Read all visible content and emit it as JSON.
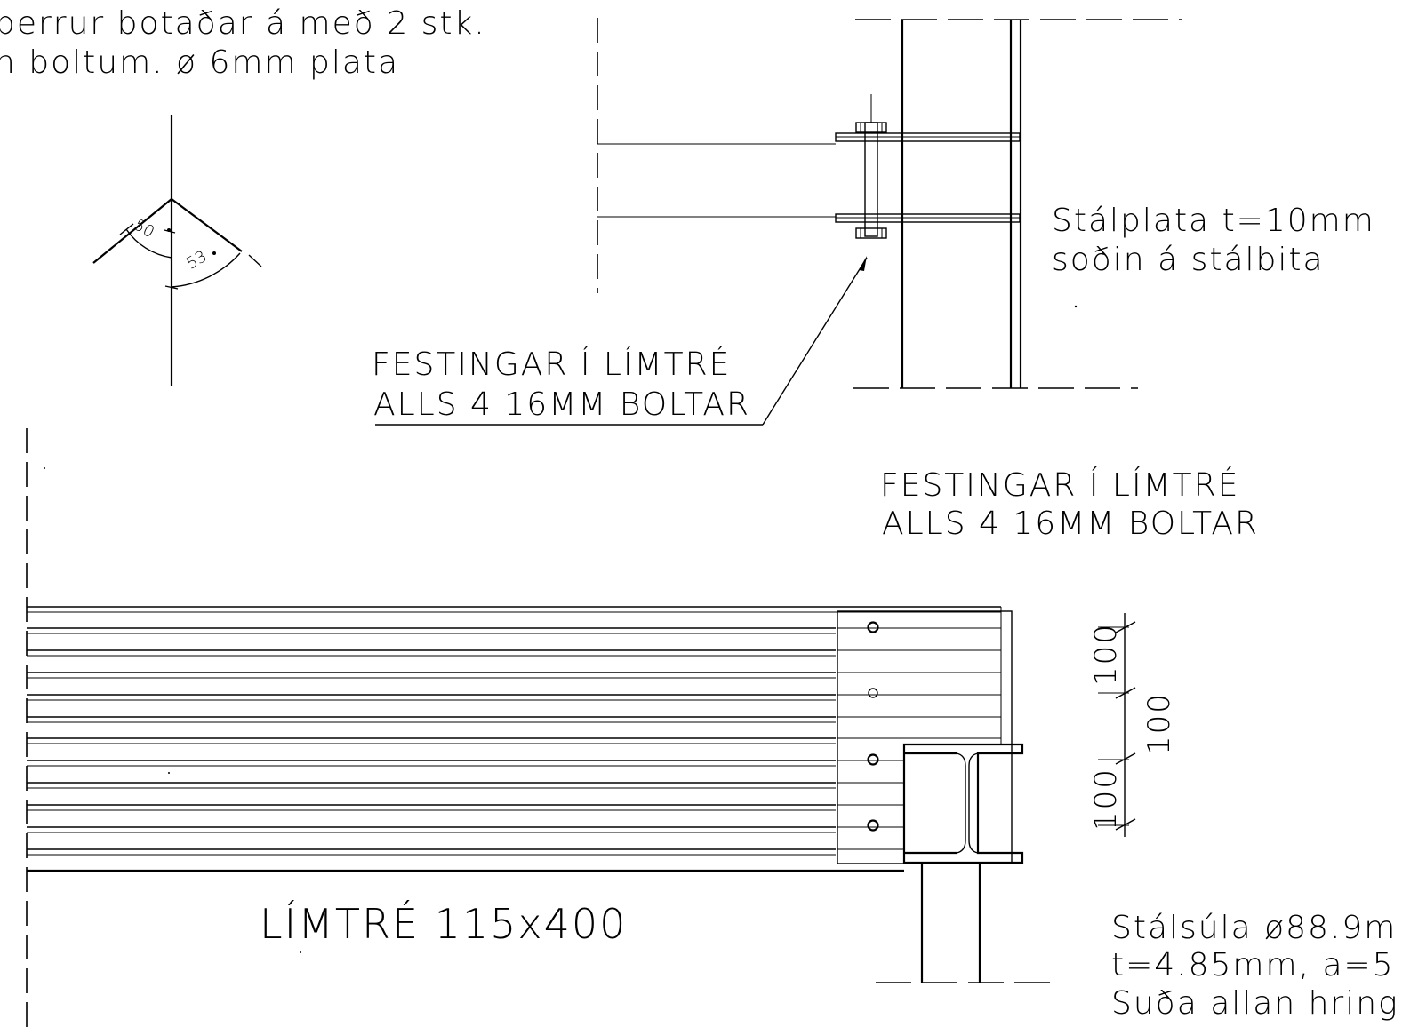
{
  "notes": {
    "top_left_line1": "perrur botaðar á með 2 stk.",
    "top_left_line2": "n boltum. ø 6mm plata",
    "steel_plate_line1": "Stálplata t=10mm",
    "steel_plate_line2": "soðin á stálbita",
    "bolts_callout_line1": "FESTINGAR  Í  LÍMTRÉ",
    "bolts_callout_line2": "ALLS 4 16MM BOLTAR",
    "plan_label_line1": "FESTINGAR  Í  LÍMTRÉ",
    "plan_label_line2": "ALLS 4 16MM BOLTAR",
    "glulam_label": "LÍMTRÉ 115x400",
    "column_line1": "Stálsúla ø88.9m",
    "column_line2": "t=4.85mm, a=5",
    "column_line3": "Suða allan hring"
  },
  "angles": {
    "left": "50",
    "right": "53"
  },
  "dimensions": {
    "spacing_1": "100",
    "spacing_2": "100",
    "spacing_3": "100"
  }
}
